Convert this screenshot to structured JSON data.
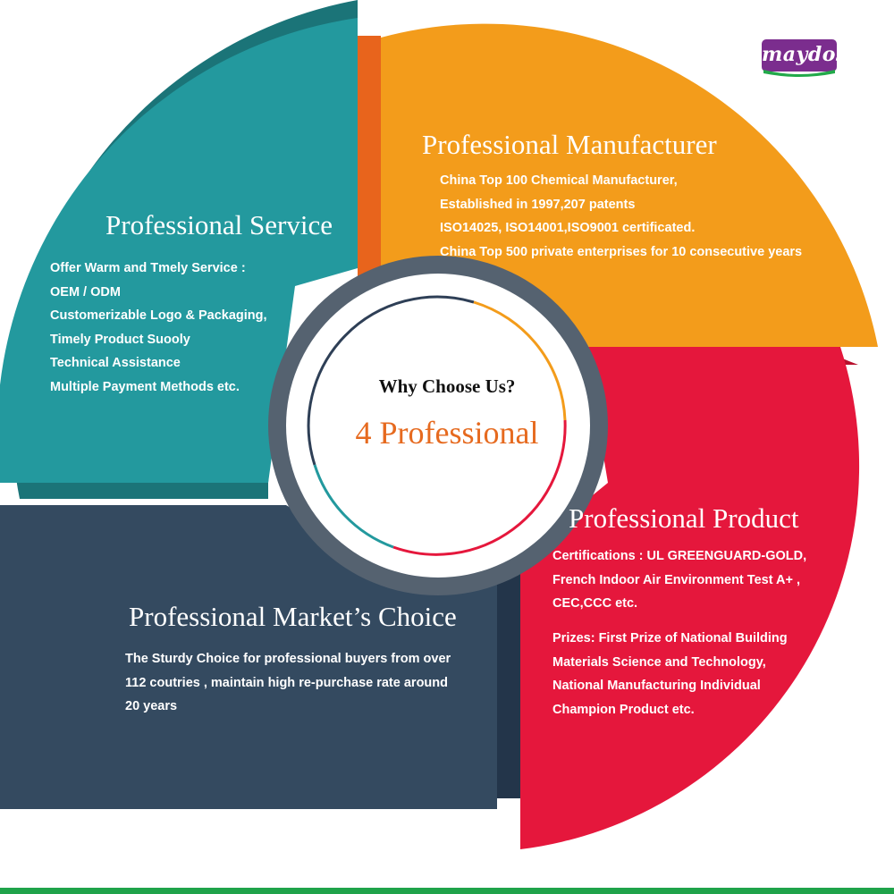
{
  "logo": {
    "text": "maydos"
  },
  "center": {
    "question": "Why Choose Us?",
    "headline": "4 Professional"
  },
  "quadrants": {
    "service": {
      "title": "Professional Service",
      "lines": [
        "Offer Warm and Tmely Service :",
        "OEM / ODM",
        "Customerizable Logo & Packaging,",
        "Timely Product Suooly",
        "Technical Assistance",
        "Multiple Payment Methods etc."
      ]
    },
    "manufacturer": {
      "title": "Professional Manufacturer",
      "lines": [
        "China Top 100 Chemical Manufacturer,",
        "Established in 1997,207 patents",
        "ISO14025, ISO14001,ISO9001 certificated.",
        "China Top 500 private enterprises for 10 consecutive years"
      ]
    },
    "product": {
      "title": "Professional Product",
      "lines": [
        "Certifications : UL GREENGUARD-GOLD,",
        " French Indoor Air Environment Test A+ ,",
        "CEC,CCC etc."
      ],
      "lines2": [
        "Prizes: First Prize of National Building",
        "Materials Science and Technology,",
        "National Manufacturing Individual",
        "Champion Product etc."
      ]
    },
    "market": {
      "title": "Professional Market’s Choice",
      "lines": [
        "The Sturdy Choice for professional buyers from over",
        "112 coutries , maintain high re-purchase rate around",
        "20 years"
      ]
    }
  },
  "colors": {
    "service": "#23999e",
    "service_dark": "#1b7478",
    "manufacturer": "#f39c1b",
    "manufacturer_dark": "#e8641c",
    "product": "#e5173c",
    "product_dark": "#b8102d",
    "market": "#344a60",
    "market_dark": "#23354a",
    "center_text": "#e66a1f",
    "footer": "#1fa34a",
    "logo": "#7b2d8e"
  }
}
